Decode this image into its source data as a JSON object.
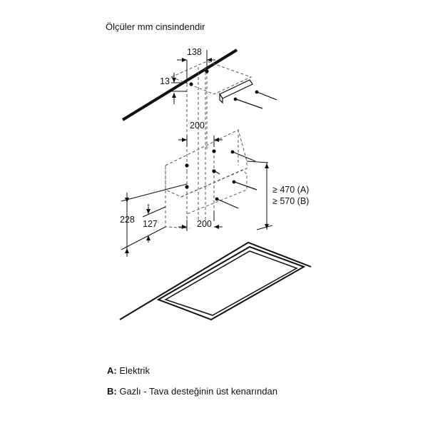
{
  "title": "Ölçüler mm cinsindendir",
  "dimensions": {
    "top_width": "138",
    "top_offset": "13",
    "mid_width": "200",
    "low_width": "200",
    "left_outer": "228",
    "left_inner": "127",
    "height_a": "≥ 470 (A)",
    "height_b": "≥ 570 (B)"
  },
  "legend": {
    "a_key": "A:",
    "a_text": " Elektrik",
    "b_key": "B:",
    "b_text": " Gazlı - Tava desteğinin üst kenarından"
  },
  "colors": {
    "line": "#111111",
    "dashed": "#555555"
  }
}
